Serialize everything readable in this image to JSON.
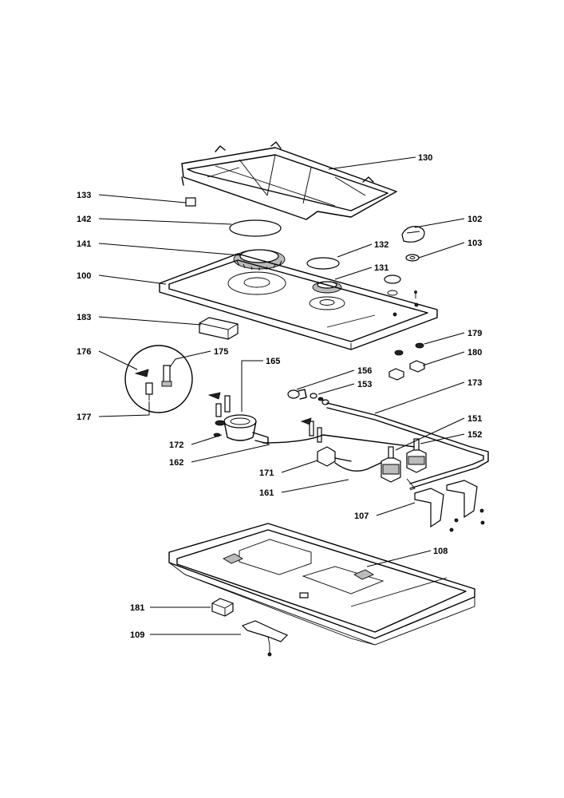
{
  "callouts": [
    {
      "id": "130",
      "text": "130"
    },
    {
      "id": "133",
      "text": "133"
    },
    {
      "id": "142",
      "text": "142"
    },
    {
      "id": "102",
      "text": "102"
    },
    {
      "id": "141",
      "text": "141"
    },
    {
      "id": "132",
      "text": "132"
    },
    {
      "id": "103",
      "text": "103"
    },
    {
      "id": "131",
      "text": "131"
    },
    {
      "id": "100",
      "text": "100"
    },
    {
      "id": "183",
      "text": "183"
    },
    {
      "id": "179",
      "text": "179"
    },
    {
      "id": "176",
      "text": "176"
    },
    {
      "id": "175",
      "text": "175"
    },
    {
      "id": "180",
      "text": "180"
    },
    {
      "id": "165",
      "text": "165"
    },
    {
      "id": "156",
      "text": "156"
    },
    {
      "id": "153",
      "text": "153"
    },
    {
      "id": "173",
      "text": "173"
    },
    {
      "id": "177",
      "text": "177"
    },
    {
      "id": "151",
      "text": "151"
    },
    {
      "id": "172",
      "text": "172"
    },
    {
      "id": "152",
      "text": "152"
    },
    {
      "id": "162",
      "text": "162"
    },
    {
      "id": "171",
      "text": "171"
    },
    {
      "id": "161",
      "text": "161"
    },
    {
      "id": "107",
      "text": "107"
    },
    {
      "id": "108",
      "text": "108"
    },
    {
      "id": "181",
      "text": "181"
    },
    {
      "id": "109",
      "text": "109"
    }
  ]
}
